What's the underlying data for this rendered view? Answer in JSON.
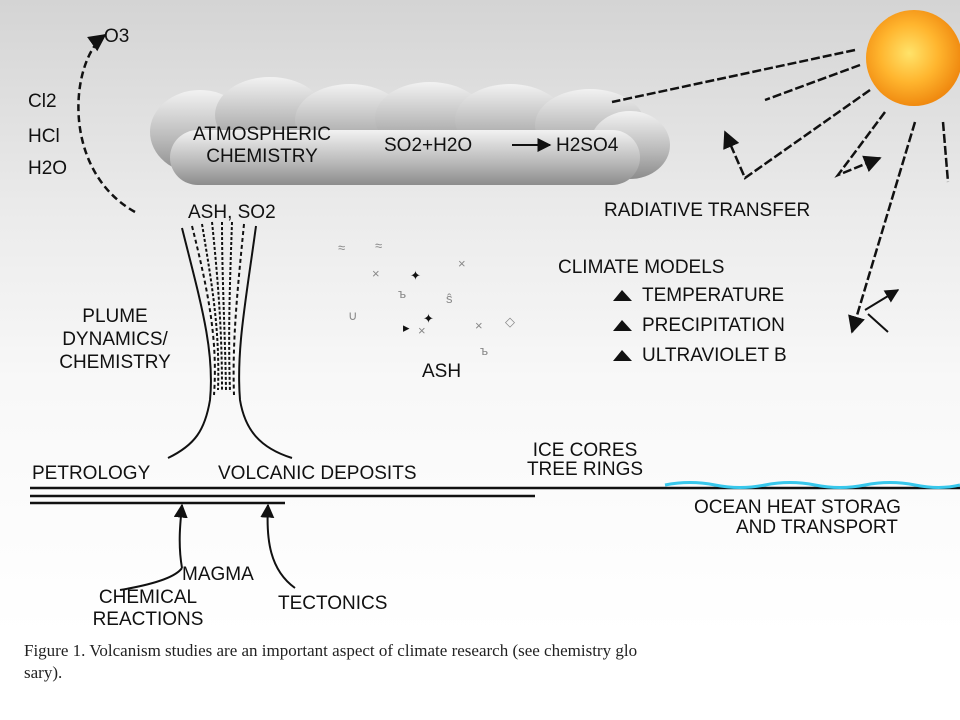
{
  "diagram": {
    "gases": [
      "O3",
      "Cl2",
      "HCl",
      "H2O"
    ],
    "cloud_title_line1": "ATMOSPHERIC",
    "cloud_title_line2": "CHEMISTRY",
    "reaction_left": "SO2+H2O",
    "reaction_right": "H2SO4",
    "ash_so2": "ASH, SO2",
    "radiative_transfer": "RADIATIVE TRANSFER",
    "climate_models": {
      "title": "CLIMATE MODELS",
      "items": [
        "TEMPERATURE",
        "PRECIPITATION",
        "ULTRAVIOLET B"
      ]
    },
    "plume_line1": "PLUME",
    "plume_line2": "DYNAMICS/",
    "plume_line3": "CHEMISTRY",
    "ash": "ASH",
    "ice_cores": "ICE CORES",
    "tree_rings": "TREE RINGS",
    "petrology": "PETROLOGY",
    "volcanic_deposits": "VOLCANIC DEPOSITS",
    "ocean_line1": "OCEAN HEAT STORAG",
    "ocean_line2": "AND TRANSPORT",
    "magma": "MAGMA",
    "chemical_line1": "CHEMICAL",
    "chemical_line2": "REACTIONS",
    "tectonics": "TECTONICS"
  },
  "caption_line1": "Figure 1. Volcanism studies are an important aspect of climate research (see chemistry glo",
  "caption_line2": "sary)."
}
